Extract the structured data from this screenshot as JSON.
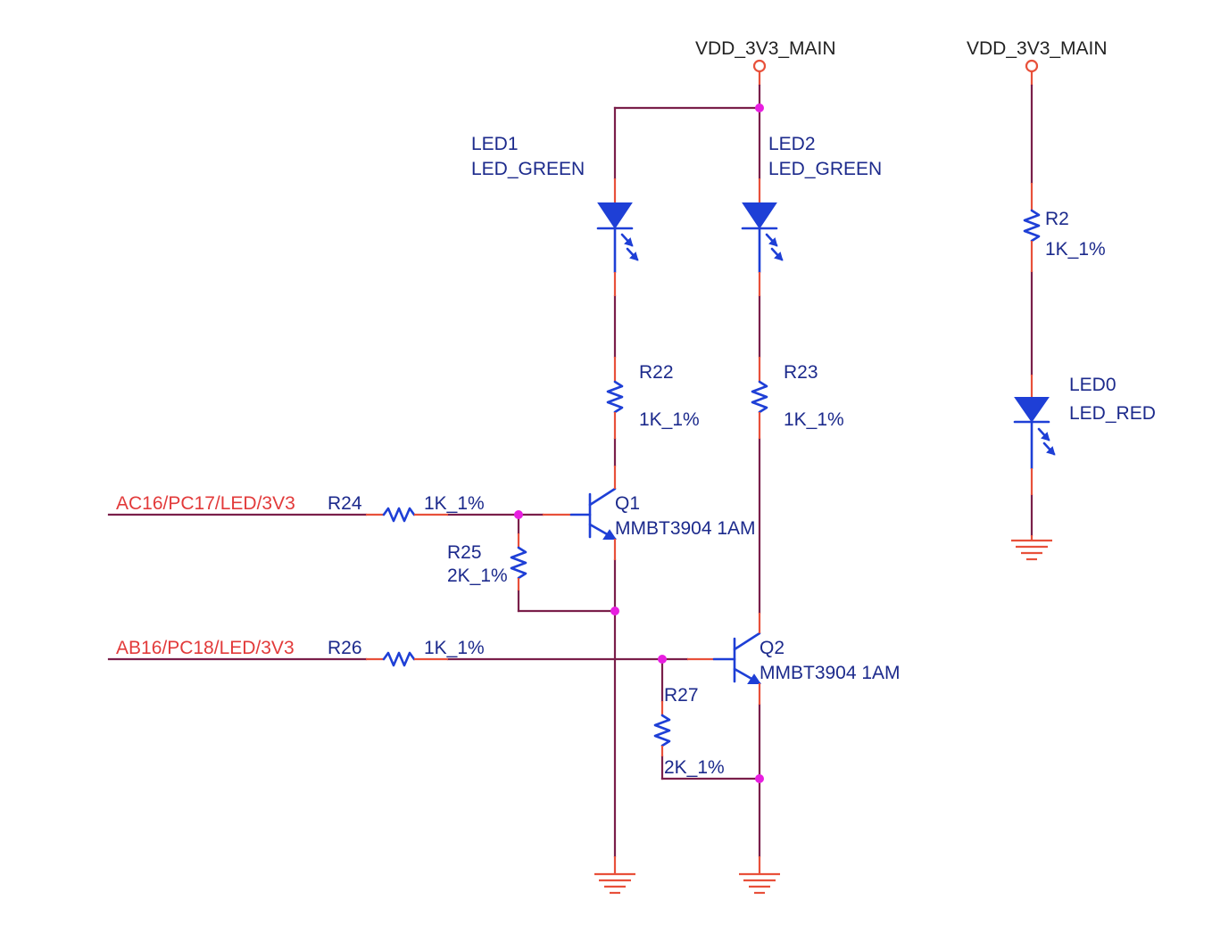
{
  "power": {
    "left": "VDD_3V3_MAIN",
    "right": "VDD_3V3_MAIN"
  },
  "nets": {
    "input1": "AC16/PC17/LED/3V3",
    "input2": "AB16/PC18/LED/3V3"
  },
  "components": {
    "led1": {
      "ref": "LED1",
      "value": "LED_GREEN"
    },
    "led2": {
      "ref": "LED2",
      "value": "LED_GREEN"
    },
    "led0": {
      "ref": "LED0",
      "value": "LED_RED"
    },
    "r2": {
      "ref": "R2",
      "value": "1K_1%"
    },
    "r22": {
      "ref": "R22",
      "value": "1K_1%"
    },
    "r23": {
      "ref": "R23",
      "value": "1K_1%"
    },
    "r24": {
      "ref": "R24",
      "value": "1K_1%"
    },
    "r25": {
      "ref": "R25",
      "value": "2K_1%"
    },
    "r26": {
      "ref": "R26",
      "value": "1K_1%"
    },
    "r27": {
      "ref": "R27",
      "value": "2K_1%"
    },
    "q1": {
      "ref": "Q1",
      "value": "MMBT3904 1AM"
    },
    "q2": {
      "ref": "Q2",
      "value": "MMBT3904 1AM"
    }
  }
}
